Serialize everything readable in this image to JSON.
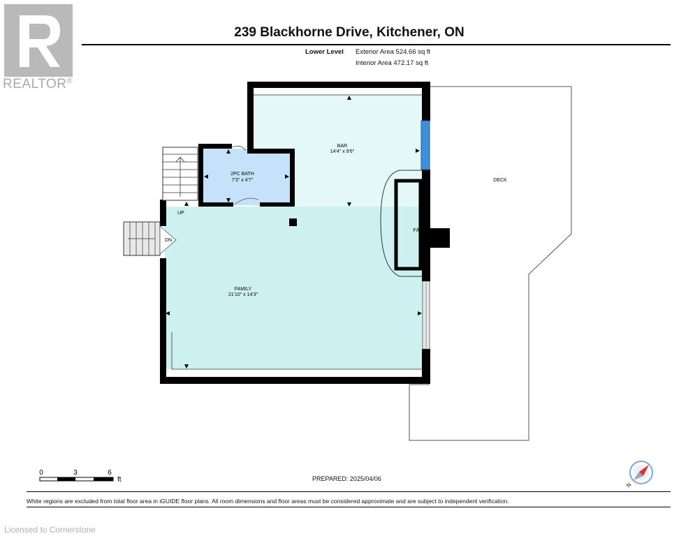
{
  "header": {
    "address": "239 Blackhorne Drive, Kitchener, ON",
    "level_name": "Lower Level",
    "exterior_area": "Exterior Area 524.66 sq ft",
    "interior_area": "Interior Area 472.17 sq ft"
  },
  "watermark": {
    "brand": "REALTOR",
    "registered_mark": "®",
    "license": "Licensed to Cornerstone"
  },
  "rooms": {
    "bar": {
      "name": "BAR",
      "dims": "14'4\" x 9'6\""
    },
    "bath": {
      "name": "2PC BATH",
      "dims": "7'3\" x 4'7\""
    },
    "family": {
      "name": "FAMILY",
      "dims": "21'10\" x 14'3\""
    },
    "deck": {
      "name": "DECK"
    },
    "fireplace": {
      "name": "F/P"
    }
  },
  "stairs": {
    "up_label": "UP",
    "down_label": "DN"
  },
  "scale": {
    "ticks": [
      "0",
      "3",
      "6"
    ],
    "unit": "ft"
  },
  "footer": {
    "prepared": "PREPARED: 2025/04/06",
    "disclaimer": "White regions are excluded from total floor area in iGUIDE floor plans. All room dimensions and floor areas must be considered approximate and are subject to independent verification."
  },
  "compass": {
    "north_label": "N"
  },
  "colors": {
    "bar_fill": "#e4f8f8",
    "family_fill": "#cdf0f0",
    "bath_fill": "#c6e2fa",
    "window": "#3d8fd8",
    "wall": "#000000"
  }
}
